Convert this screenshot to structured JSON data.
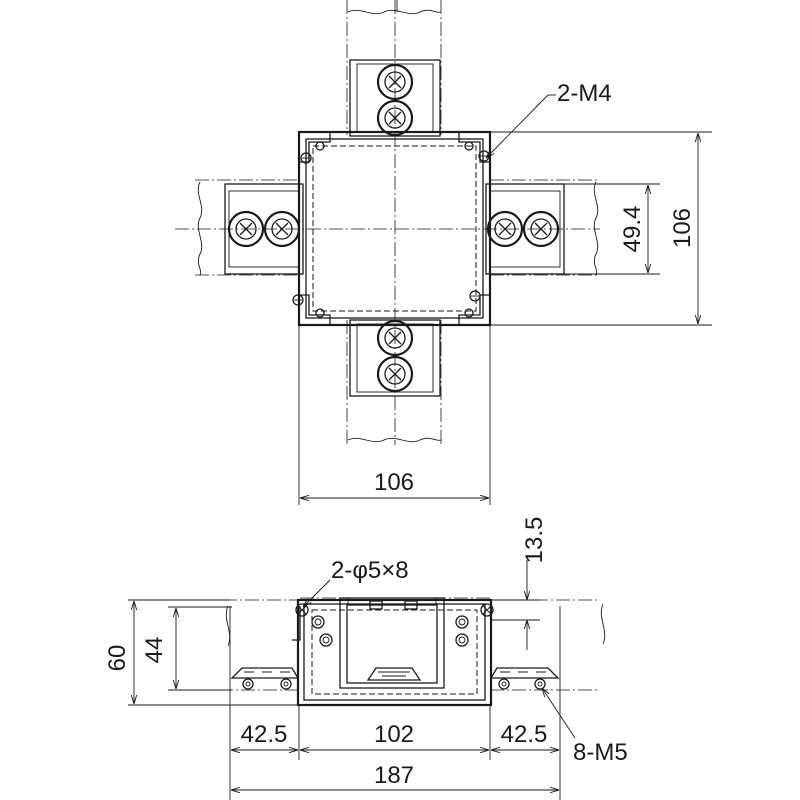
{
  "top_view": {
    "dim_width": "106",
    "dim_height": "106",
    "dim_center": "49.4",
    "screw_note": "2-M4"
  },
  "side_view": {
    "hole_note": "2-φ5×8",
    "dim_depth_offset": "13.5",
    "dim_total_height": "60",
    "dim_inner_height": "44",
    "dim_left_flange": "42.5",
    "dim_body": "102",
    "dim_right_flange": "42.5",
    "dim_overall": "187",
    "screw_note": "8-M5"
  }
}
